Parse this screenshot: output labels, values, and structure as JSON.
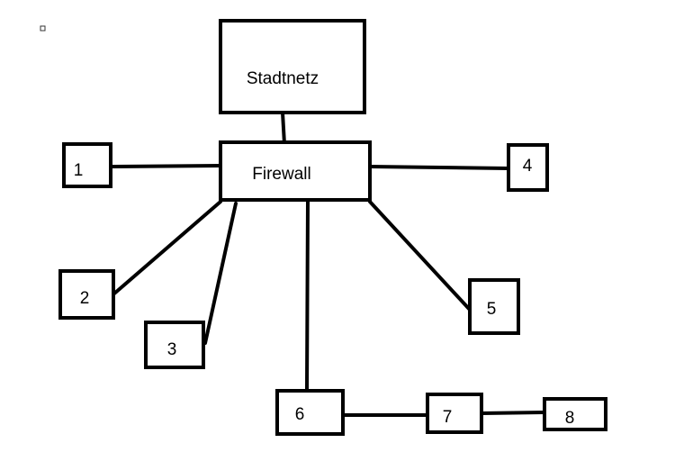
{
  "diagram": {
    "nodes": [
      {
        "id": "stadtnetz",
        "label": "Stadtnetz"
      },
      {
        "id": "firewall",
        "label": "Firewall"
      },
      {
        "id": "n1",
        "label": "1"
      },
      {
        "id": "n2",
        "label": "2"
      },
      {
        "id": "n3",
        "label": "3"
      },
      {
        "id": "n4",
        "label": "4"
      },
      {
        "id": "n5",
        "label": "5"
      },
      {
        "id": "n6",
        "label": "6"
      },
      {
        "id": "n7",
        "label": "7"
      },
      {
        "id": "n8",
        "label": "8"
      }
    ],
    "edges": [
      {
        "from": "stadtnetz",
        "to": "firewall"
      },
      {
        "from": "n1",
        "to": "firewall"
      },
      {
        "from": "firewall",
        "to": "n2"
      },
      {
        "from": "firewall",
        "to": "n3"
      },
      {
        "from": "firewall",
        "to": "n4"
      },
      {
        "from": "firewall",
        "to": "n5"
      },
      {
        "from": "firewall",
        "to": "n6"
      },
      {
        "from": "n6",
        "to": "n7"
      },
      {
        "from": "n7",
        "to": "n8"
      }
    ]
  }
}
